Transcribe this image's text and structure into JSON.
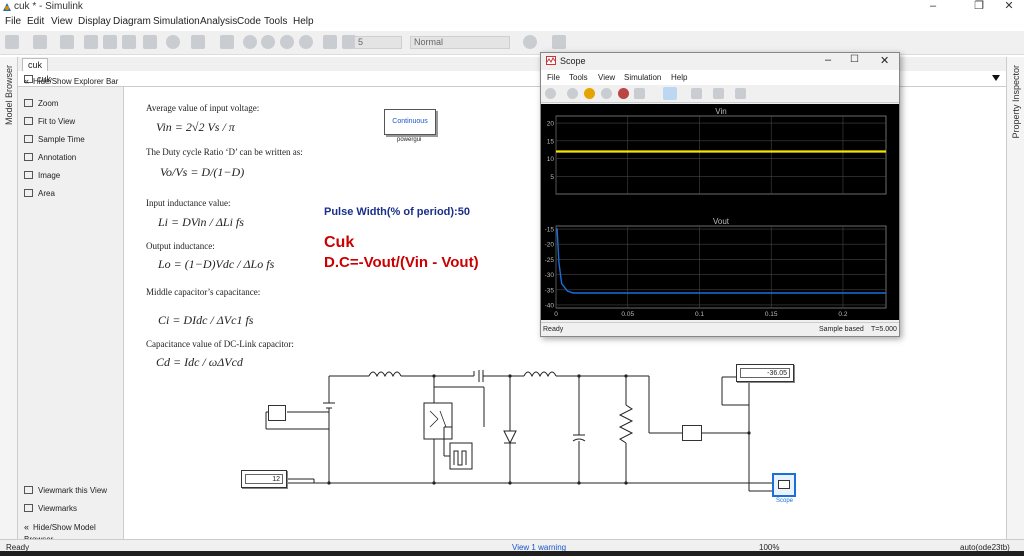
{
  "window": {
    "title": "cuk * - Simulink",
    "minimize": "–",
    "restore": "❐",
    "close": "✕"
  },
  "menu": [
    "File",
    "Edit",
    "View",
    "Display",
    "Diagram",
    "Simulation",
    "Analysis",
    "Code",
    "Tools",
    "Help"
  ],
  "toolbar": {
    "stop_time": "5",
    "mode": "Normal"
  },
  "side_tabs": {
    "left": "Model Browser",
    "right": "Property Inspector"
  },
  "tab": "cuk",
  "breadcrumb": "cuk",
  "sidebar": {
    "top": "Hide/Show Explorer Bar",
    "items": [
      "Zoom",
      "Fit to View",
      "Sample Time",
      "Annotation",
      "Image",
      "Area"
    ],
    "bottom": [
      "Viewmark this View",
      "Viewmarks",
      "Hide/Show Model Browser"
    ]
  },
  "notes": {
    "avg_title": "Average value of input voltage:",
    "avg_eq": "Vin = 2√2 Vs / π",
    "duty_title": "The Duty cycle Ratio ‘D’ can be written as:",
    "duty_eq": "Vo/Vs = D/(1−D)",
    "ind_title": "Input inductance value:",
    "ind_eq": "Li = DVin / ΔLi fs",
    "out_ind_title": "Output inductance:",
    "out_ind_eq": "Lo = (1−D)Vdc / ΔLo fs",
    "mid_cap_title": "Middle capacitor’s capacitance:",
    "mid_cap_eq": "Ci = DIdc / ΔVc1 fs",
    "dc_cap_title": "Capacitance value of DC-Link capacitor:",
    "dc_cap_eq": "Cd = Idc / ωΔVcd"
  },
  "powergui": {
    "label": "Continuous",
    "name": "powergui"
  },
  "annotations": {
    "pulse": "Pulse Width(% of period):50",
    "cuk": "Cuk",
    "dc": "D.C=-Vout/(Vin - Vout)"
  },
  "displays": {
    "vout": "-36.05",
    "vin": "12"
  },
  "scope_block": "Scope",
  "scope": {
    "title": "Scope",
    "menu": [
      "File",
      "Tools",
      "View",
      "Simulation",
      "Help"
    ],
    "status_left": "Ready",
    "status_mid": "Sample based",
    "status_right": "T=5.000"
  },
  "status": {
    "left": "Ready",
    "center": "View 1 warning",
    "zoom": "100%",
    "solver": "auto(ode23tb)"
  },
  "colors": {
    "vin_line": "#f2e600",
    "vout_line": "#1a6fd8",
    "plot_bg": "#000000",
    "annot_red": "#cc0000",
    "annot_blue": "#1a2f8a"
  },
  "chart_data": [
    {
      "type": "line",
      "title": "Vin",
      "ylim": [
        0,
        22
      ],
      "yticks": [
        "20",
        "15",
        "10",
        "5"
      ],
      "grid": true,
      "series": [
        {
          "x": [
            0,
            0.23
          ],
          "y": [
            12,
            12
          ]
        }
      ]
    },
    {
      "type": "line",
      "title": "Vout",
      "ylim": [
        -41,
        -14
      ],
      "yticks": [
        "-15",
        "-20",
        "-25",
        "-30",
        "-35",
        "-40"
      ],
      "xlim": [
        0,
        0.23
      ],
      "xticks": [
        "0",
        "0.05",
        "0.1",
        "0.15",
        "0.2"
      ],
      "grid": true,
      "series": [
        {
          "x": [
            0,
            0.0008,
            0.002,
            0.004,
            0.008,
            0.012,
            0.23
          ],
          "y": [
            -15,
            -15,
            -26,
            -33,
            -35.4,
            -36.05,
            -36.05
          ]
        }
      ]
    }
  ]
}
